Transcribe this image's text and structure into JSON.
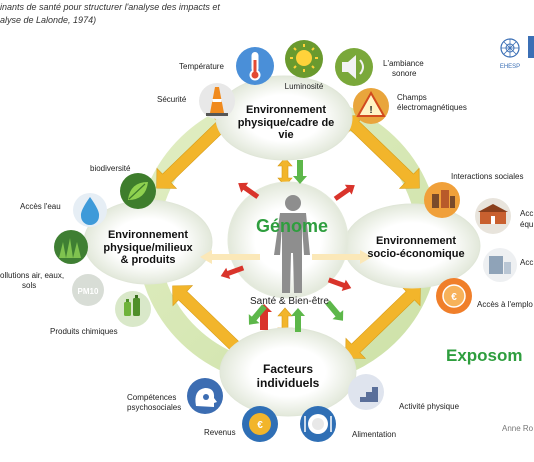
{
  "header": {
    "line1": "inants de santé pour structurer l'analyse des impacts et",
    "line2": "alyse de Lalonde, 1974)"
  },
  "logo": {
    "text": "EHESP"
  },
  "center": {
    "genome": "Génome",
    "health": "Santé & Bien-être"
  },
  "categories": {
    "physique_cadre": [
      "Environnement",
      "physique/cadre de",
      "vie"
    ],
    "physique_milieux": [
      "Environnement",
      "physique/milieux",
      "& produits"
    ],
    "socio": [
      "Environnement",
      "socio-économique"
    ],
    "individuels": [
      "Facteurs",
      "individuels"
    ]
  },
  "labels": {
    "temperature": "Température",
    "luminosite": "Luminosité",
    "ambiance": [
      "L'ambiance",
      "sonore"
    ],
    "securite": "Sécurité",
    "champs": [
      "Champs",
      "électromagnétiques"
    ],
    "biodiversite": "biodiversité",
    "acces_eau": "Accès l'eau",
    "pollutions": [
      "ollutions air, eaux,",
      "sols"
    ],
    "produits_chimiques": "Produits chimiques",
    "pm10": "PM10",
    "interactions": "Interactions sociales",
    "acces_equip": [
      "Acc",
      "équ"
    ],
    "acces_a": "Acc",
    "acces_emploi": "Accès à l'emplo",
    "competences": [
      "Compétences",
      "psychosociales"
    ],
    "revenus": "Revenus",
    "alimentation": "Alimentation",
    "activite": "Activité physique"
  },
  "footer": {
    "exposome": "Exposom",
    "author": "Anne Ro"
  },
  "colors": {
    "green": "#2e9e3e",
    "gold": "#f2b52b",
    "red": "#d9342b",
    "light_green": "#cfe3a8"
  }
}
